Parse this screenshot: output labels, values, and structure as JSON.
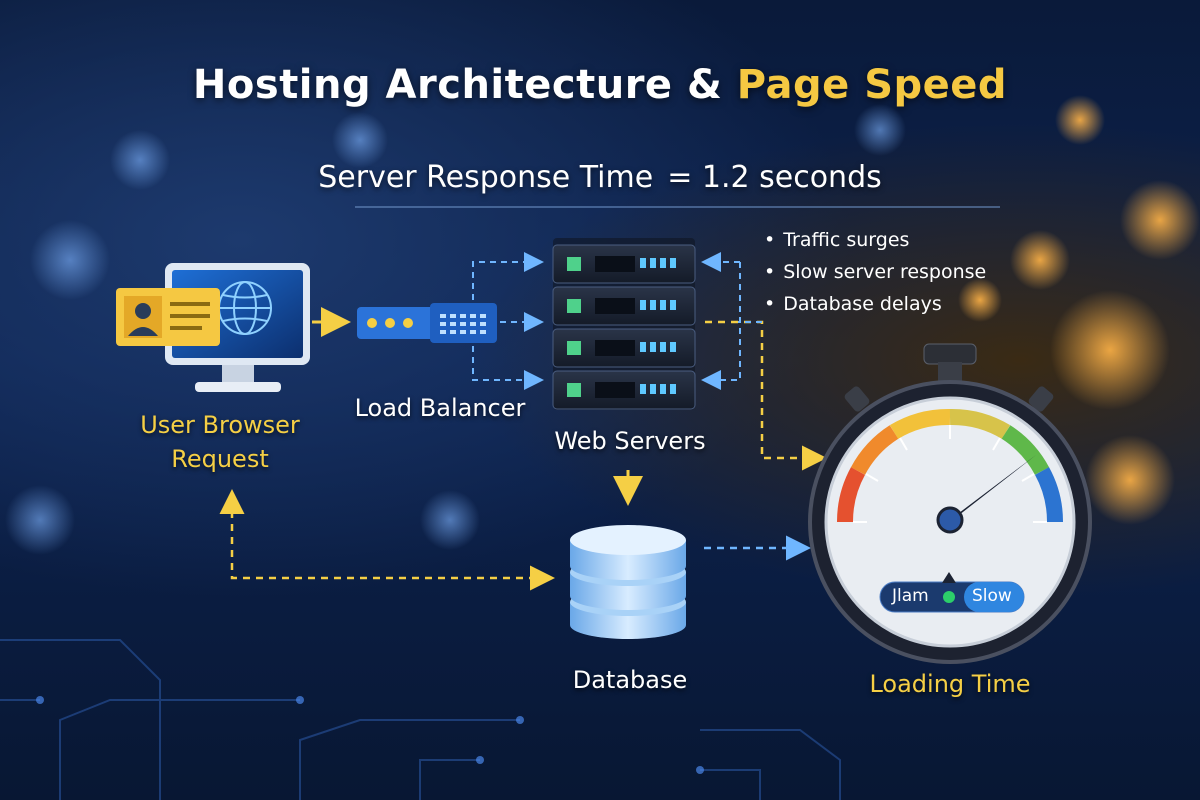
{
  "title": {
    "main": "Hosting Architecture &",
    "accent": "Page Speed"
  },
  "metric": {
    "label": "Server Response Time",
    "operator": "=",
    "value": "1.2 seconds"
  },
  "issues": [
    "Traffic surges",
    "Slow server response",
    "Database delays"
  ],
  "nodes": {
    "user": "User Browser Request",
    "load_balancer": "Load Balancer",
    "web_servers": "Web Servers",
    "database": "Database",
    "loading_time": "Loading Time"
  },
  "gauge": {
    "fast_label": "Jlam",
    "slow_label": "Slow",
    "level": 0.8
  },
  "colors": {
    "accent": "#f5c842",
    "arrow_yellow": "#f5cf45",
    "arrow_blue": "#6fb6ff",
    "background": "#0d2350"
  },
  "icons": [
    "monitor-icon",
    "user-card-icon",
    "globe-icon",
    "load-balancer-icon",
    "server-rack-icon",
    "database-icon",
    "stopwatch-icon",
    "speedometer-icon"
  ]
}
